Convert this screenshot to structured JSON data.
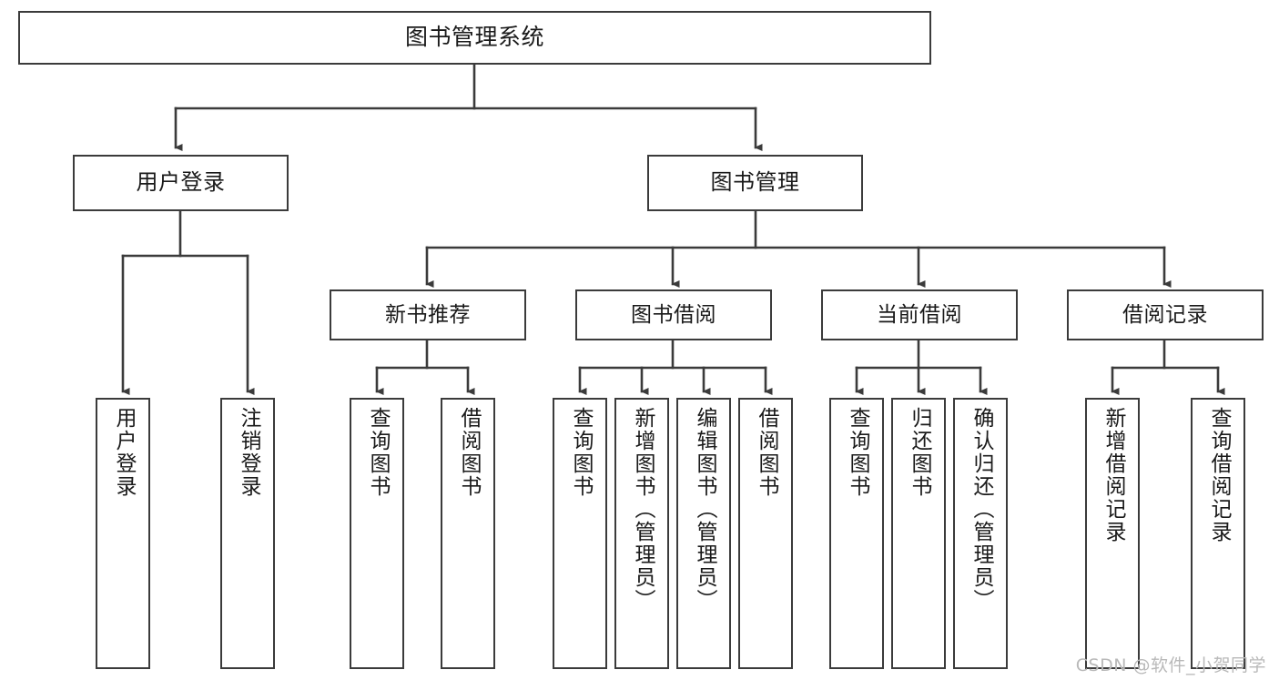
{
  "diagram": {
    "title": "图书管理系统",
    "type": "tree-hierarchy",
    "watermark": "CSDN @软件_小贺同学",
    "nodes": {
      "root": {
        "label": "图书管理系统"
      },
      "level1": [
        {
          "id": "user-login",
          "label": "用户登录"
        },
        {
          "id": "book-management",
          "label": "图书管理"
        }
      ],
      "level2": [
        {
          "id": "new-book-recommend",
          "label": "新书推荐"
        },
        {
          "id": "book-borrow",
          "label": "图书借阅"
        },
        {
          "id": "current-borrow",
          "label": "当前借阅"
        },
        {
          "id": "borrow-record",
          "label": "借阅记录"
        }
      ],
      "leaves": {
        "user-login": [
          {
            "id": "leaf-user-login",
            "label": "用户登录"
          },
          {
            "id": "leaf-user-logout",
            "label": "注销登录"
          }
        ],
        "new-book-recommend": [
          {
            "id": "leaf-query-book-1",
            "label": "查询图书"
          },
          {
            "id": "leaf-borrow-book-1",
            "label": "借阅图书"
          }
        ],
        "book-borrow": [
          {
            "id": "leaf-query-book-2",
            "label": "查询图书"
          },
          {
            "id": "leaf-add-book",
            "label": "新增图书（管理员）"
          },
          {
            "id": "leaf-edit-book",
            "label": "编辑图书（管理员）"
          },
          {
            "id": "leaf-borrow-book-2",
            "label": "借阅图书"
          }
        ],
        "current-borrow": [
          {
            "id": "leaf-query-book-3",
            "label": "查询图书"
          },
          {
            "id": "leaf-return-book",
            "label": "归还图书"
          },
          {
            "id": "leaf-confirm-return",
            "label": "确认归还（管理员）"
          }
        ],
        "borrow-record": [
          {
            "id": "leaf-add-record",
            "label": "新增借阅记录"
          },
          {
            "id": "leaf-query-record",
            "label": "查询借阅记录"
          }
        ]
      }
    },
    "colors": {
      "border": "#3b3b3b",
      "background": "#ffffff",
      "text": "#1a1a1a",
      "watermark": "#b9b9b9"
    }
  }
}
